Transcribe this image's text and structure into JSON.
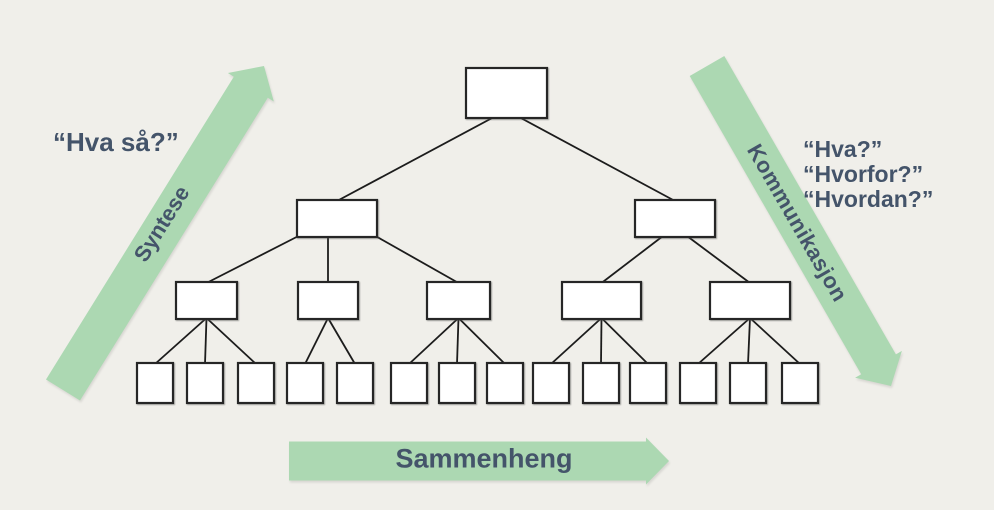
{
  "labels": {
    "left_quote": "“Hva så?”",
    "syntese": "Syntese",
    "kommunikasjon": "Kommunikasjon",
    "sammenheng": "Sammenheng",
    "right_quotes": [
      "“Hva?”",
      "“Hvorfor?”",
      "“Hvordan?”"
    ]
  },
  "pyramid": {
    "description": "Empty pyramid-principle tree of blank boxes",
    "level_counts": [
      1,
      2,
      5,
      14
    ],
    "children_of_root": 2,
    "children_of_level2": [
      3,
      2
    ],
    "children_of_level3": [
      3,
      2,
      3,
      3,
      3
    ]
  },
  "colors": {
    "background": "#f0efea",
    "arrow_green": "#acd8b2",
    "label_text": "#44546a",
    "line": "#1c1c1c",
    "box_fill": "#ffffff",
    "box_border": "#262626"
  }
}
